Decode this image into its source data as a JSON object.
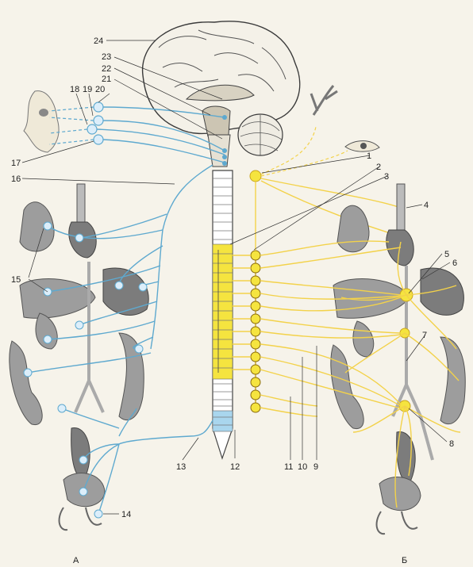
{
  "labels": {
    "n1": "1",
    "n2": "2",
    "n3": "3",
    "n4": "4",
    "n5": "5",
    "n6": "6",
    "n7": "7",
    "n8": "8",
    "n9": "9",
    "n10": "10",
    "n11": "11",
    "n12": "12",
    "n13": "13",
    "n14": "14",
    "n15": "15",
    "n16": "16",
    "n17": "17",
    "n18": "18",
    "n19": "19",
    "n20": "20",
    "n21": "21",
    "n22": "22",
    "n23": "23",
    "n24": "24"
  },
  "panels": {
    "left": "А",
    "right": "Б"
  },
  "colors": {
    "parasympathetic": "#5ea9cf",
    "sympathetic": "#f3d24a",
    "organ": "#9d9d9d"
  }
}
